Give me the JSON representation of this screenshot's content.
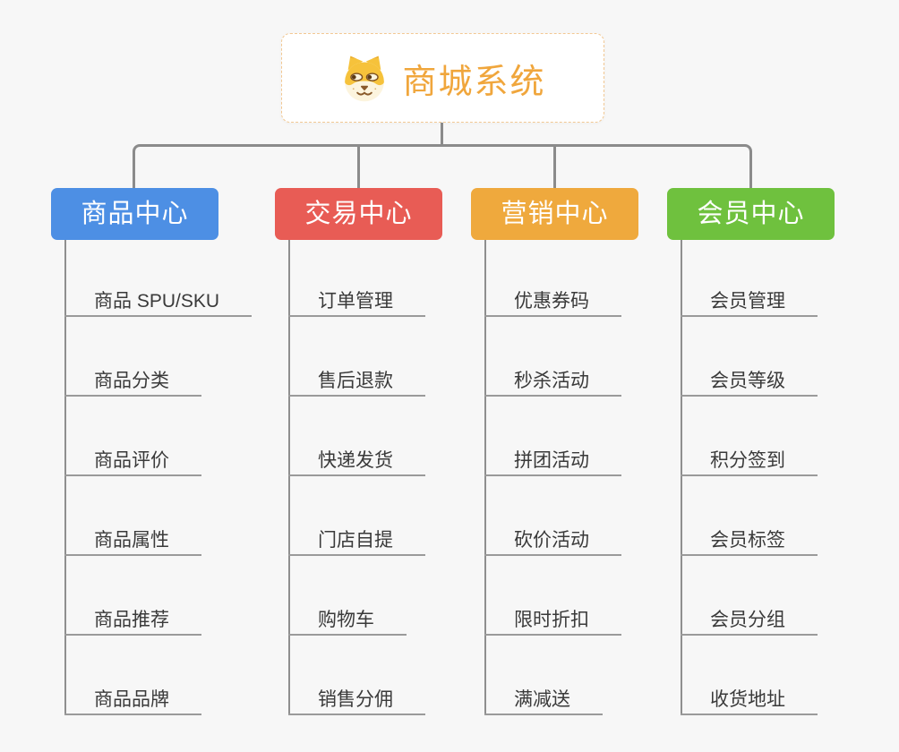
{
  "root": {
    "title": "商城系统",
    "icon": "dog-face-icon"
  },
  "branches": [
    {
      "label": "商品中心",
      "color": "#4d8fe4",
      "items": [
        "商品 SPU/SKU",
        "商品分类",
        "商品评价",
        "商品属性",
        "商品推荐",
        "商品品牌"
      ]
    },
    {
      "label": "交易中心",
      "color": "#e85c55",
      "items": [
        "订单管理",
        "售后退款",
        "快递发货",
        "门店自提",
        "购物车",
        "销售分佣"
      ]
    },
    {
      "label": "营销中心",
      "color": "#efa93d",
      "items": [
        "优惠券码",
        "秒杀活动",
        "拼团活动",
        "砍价活动",
        "限时折扣",
        "满减送"
      ]
    },
    {
      "label": "会员中心",
      "color": "#6fc13e",
      "items": [
        "会员管理",
        "会员等级",
        "积分签到",
        "会员标签",
        "会员分组",
        "收货地址"
      ]
    }
  ],
  "colors": {
    "bg": "#f7f7f7",
    "connector": "#8b8b8b",
    "trunk": "#8f8f8f",
    "underline": "#9a9a9a",
    "item_text": "#3a3a3a",
    "header_text": "#ffffff",
    "root_title": "#f0a63c",
    "root_border": "#f2c893"
  }
}
